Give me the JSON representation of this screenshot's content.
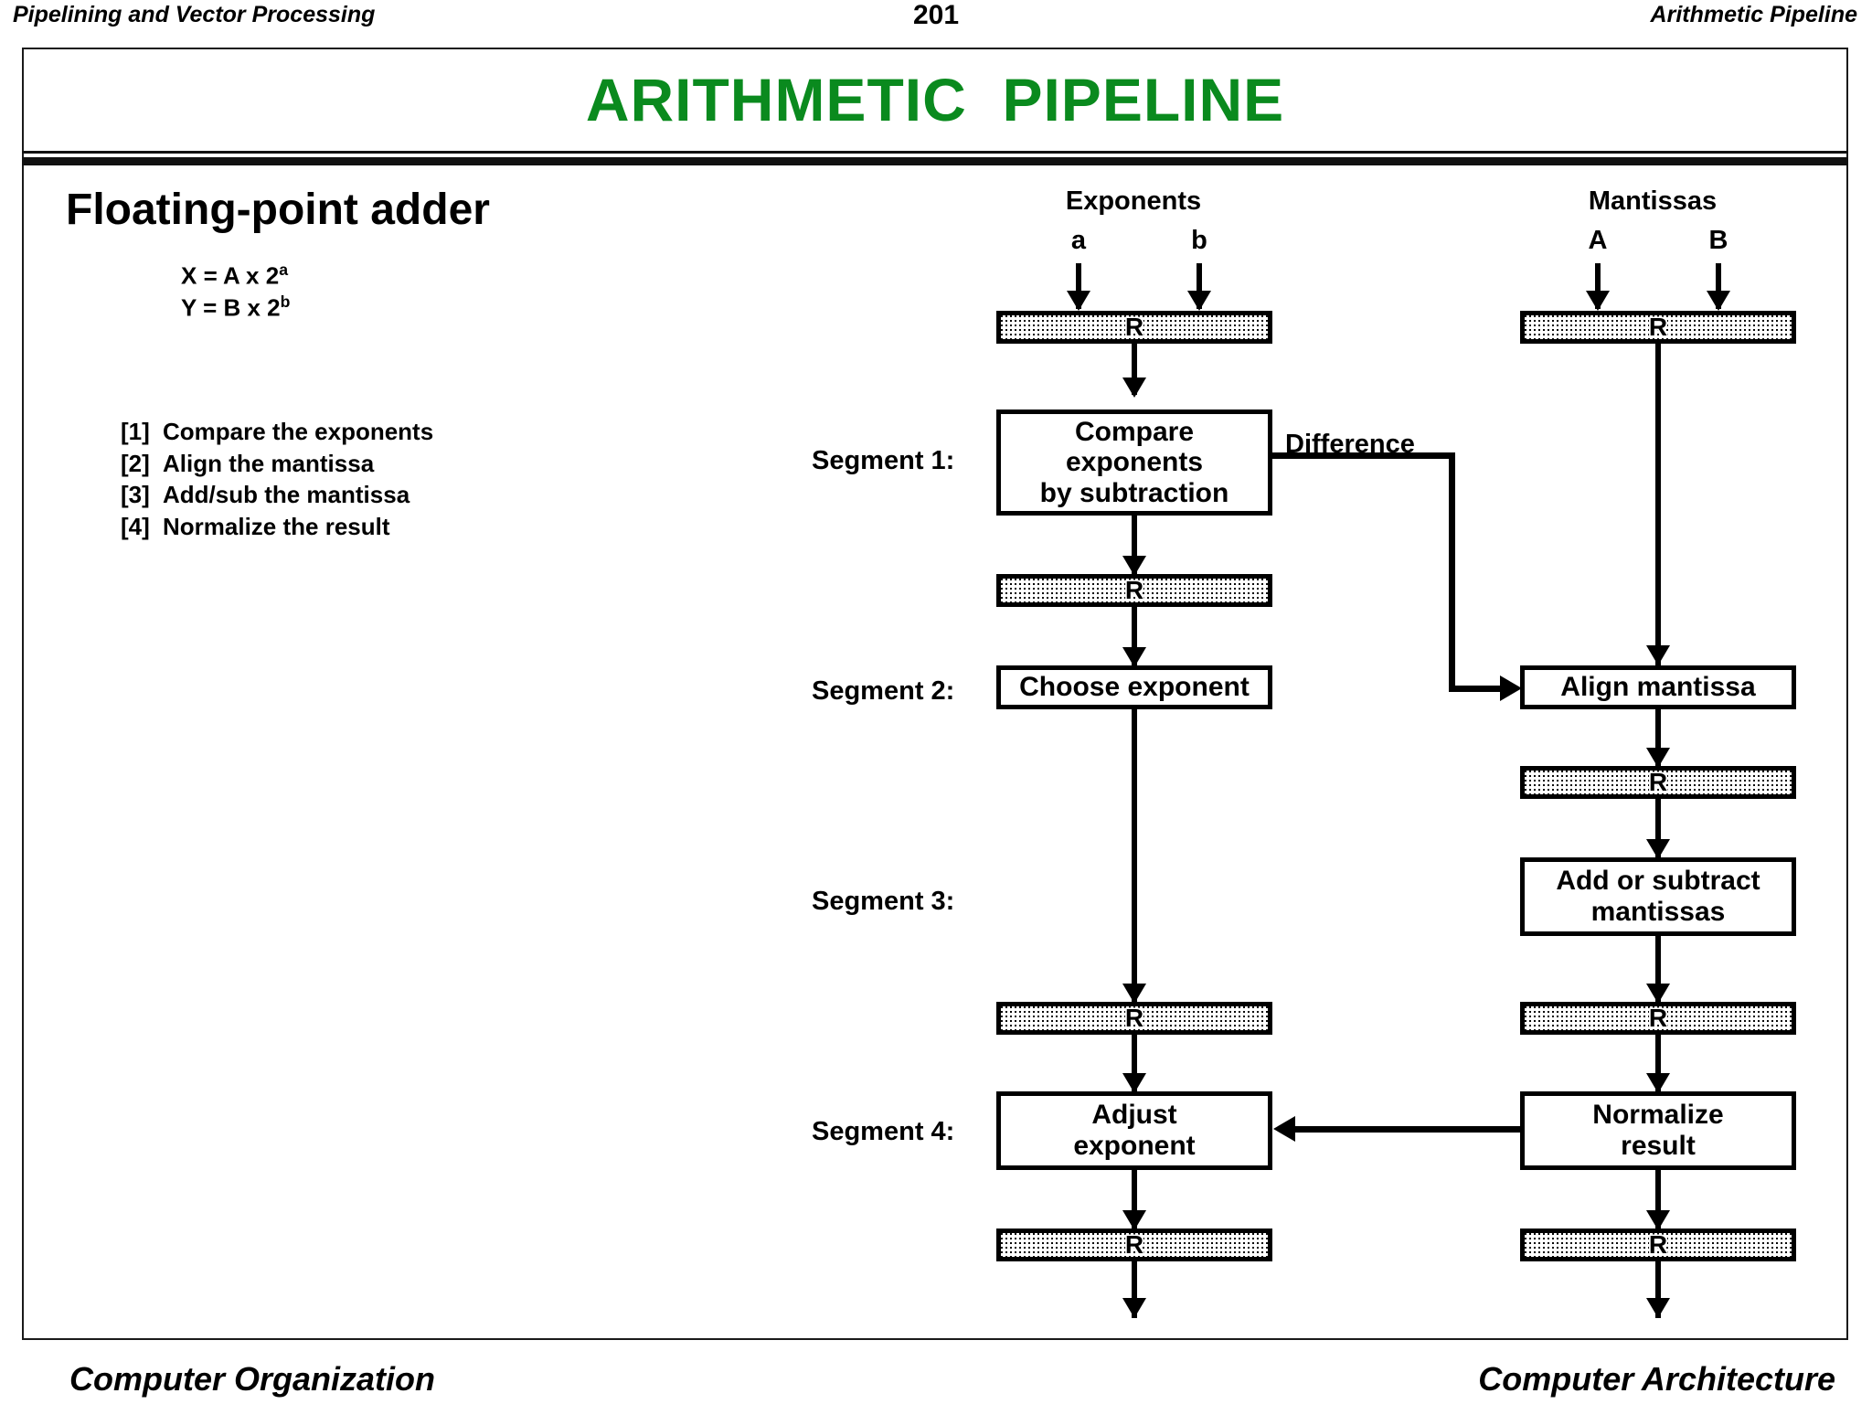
{
  "header": {
    "left_running_head": "Pipelining and Vector Processing",
    "page_number": "201",
    "right_running_head": "Arithmetic Pipeline"
  },
  "title": "ARITHMETIC  PIPELINE",
  "footer": {
    "left": "Computer Organization",
    "right": "Computer Architecture"
  },
  "left_panel": {
    "heading": "Floating-point adder",
    "formulas": [
      {
        "lhs": "X = A x 2",
        "exp": "a"
      },
      {
        "lhs": "Y = B x 2",
        "exp": "b"
      }
    ],
    "steps": [
      {
        "index": "[1]",
        "text": "Compare the exponents"
      },
      {
        "index": "[2]",
        "text": "Align the mantissa"
      },
      {
        "index": "[3]",
        "text": "Add/sub the mantissa"
      },
      {
        "index": "[4]",
        "text": "Normalize the result"
      }
    ]
  },
  "diagram": {
    "columns": [
      {
        "title": "Exponents",
        "inputs": [
          "a",
          "b"
        ]
      },
      {
        "title": "Mantissas",
        "inputs": [
          "A",
          "B"
        ]
      }
    ],
    "segment_labels": [
      "Segment 1:",
      "Segment 2:",
      "Segment 3:",
      "Segment 4:"
    ],
    "register_label": "R",
    "exponent_boxes": [
      {
        "lines": [
          "Compare",
          "exponents",
          "by subtraction"
        ]
      },
      {
        "lines": [
          "Choose exponent"
        ]
      },
      {
        "lines": [
          "Adjust",
          "exponent"
        ]
      }
    ],
    "mantissa_boxes": [
      {
        "lines": [
          "Align mantissa"
        ]
      },
      {
        "lines": [
          "Add or subtract",
          "mantissas"
        ]
      },
      {
        "lines": [
          "Normalize",
          "result"
        ]
      }
    ],
    "edge_labels": {
      "difference": "Difference"
    }
  },
  "colors": {
    "title_green": "#0a8a1e",
    "ink": "#000000",
    "background": "#ffffff"
  }
}
